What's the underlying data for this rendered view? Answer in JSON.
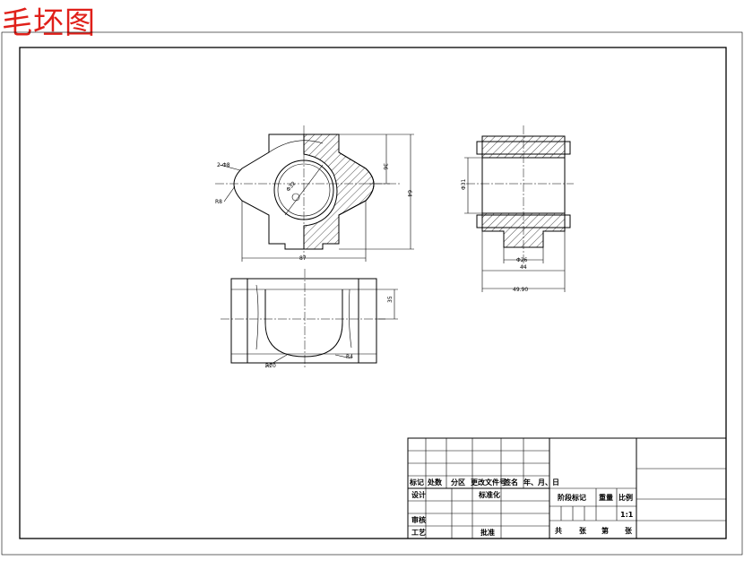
{
  "title": "毛坯图",
  "colors": {
    "title": "#e0201a",
    "line": "#000000",
    "paper": "#ffffff"
  },
  "front_view": {
    "label_2holes": "2-Φ8",
    "label_r": "R8",
    "dim_diameter": "Φ32",
    "dim_height_upper": "36",
    "dim_height_total": "64",
    "dim_width": "87"
  },
  "side_view": {
    "dim_bore": "Φ31",
    "dim_slot": "Φ26",
    "dim_inner_width": "44",
    "dim_outer_width": "49.90"
  },
  "top_view": {
    "dim_height": "35",
    "dim_radius": "R20",
    "dim_small": "R4"
  },
  "title_block": {
    "header": [
      "标记",
      "处数",
      "分区",
      "更改文件号",
      "签名",
      "年、月、日"
    ],
    "design": "设计",
    "standardization": "标准化",
    "review": "审核",
    "process": "工艺",
    "approve": "批准",
    "stage_mark": "阶段标记",
    "weight": "重量",
    "scale_label": "比例",
    "scale_value": "1:1",
    "total": "共",
    "sheets1": "张",
    "page": "第",
    "sheets2": "张"
  }
}
